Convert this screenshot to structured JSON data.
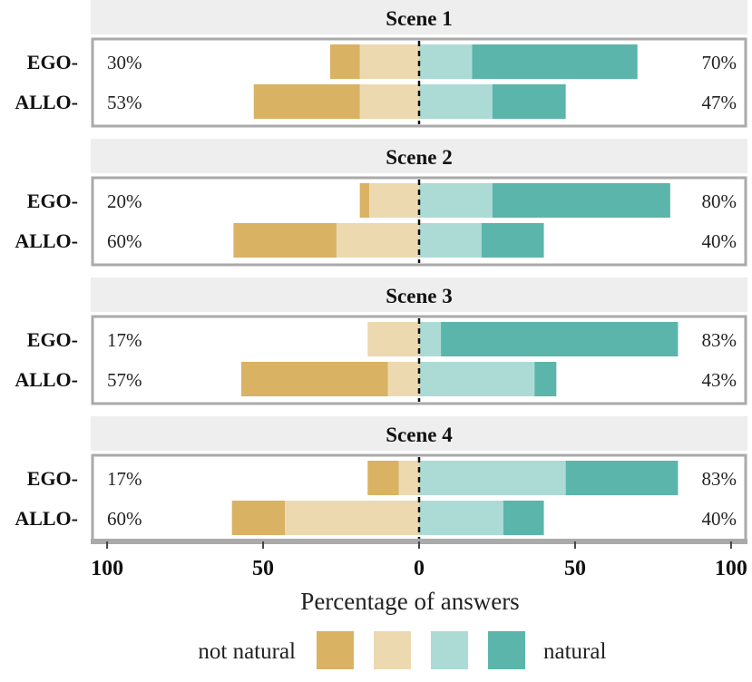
{
  "chart_data": {
    "type": "bar",
    "subtype": "diverging-stacked-horizontal",
    "xlabel": "Percentage of answers",
    "x_ticks": [
      "100",
      "50",
      "0",
      "50",
      "100"
    ],
    "xlim": [
      -100,
      100
    ],
    "legend": {
      "placement": "bottom",
      "left_label": "not natural",
      "right_label": "natural",
      "colors": [
        "#d9b264",
        "#ecd9b0",
        "#acdbd6",
        "#5bb5aa"
      ]
    },
    "colors": {
      "strip_bg": "#eeeeee",
      "panel_border": "#aaaaaa",
      "center_line": "#111111"
    },
    "panels": [
      {
        "title": "Scene 1",
        "rows": [
          {
            "label": "EGO-",
            "left_pct": "30%",
            "right_pct": "70%",
            "segments": [
              -9.5,
              -19,
              17,
              53
            ]
          },
          {
            "label": "ALLO-",
            "left_pct": "53%",
            "right_pct": "47%",
            "segments": [
              -34,
              -19,
              23.5,
              23.5
            ]
          }
        ]
      },
      {
        "title": "Scene 2",
        "rows": [
          {
            "label": "EGO-",
            "left_pct": "20%",
            "right_pct": "80%",
            "segments": [
              -3,
              -16,
              23.5,
              57
            ]
          },
          {
            "label": "ALLO-",
            "left_pct": "60%",
            "right_pct": "40%",
            "segments": [
              -33,
              -26.5,
              20,
              20
            ]
          }
        ]
      },
      {
        "title": "Scene 3",
        "rows": [
          {
            "label": "EGO-",
            "left_pct": "17%",
            "right_pct": "83%",
            "segments": [
              0,
              -16.5,
              7,
              76
            ]
          },
          {
            "label": "ALLO-",
            "left_pct": "57%",
            "right_pct": "43%",
            "segments": [
              -47,
              -10,
              37,
              7
            ]
          }
        ]
      },
      {
        "title": "Scene 4",
        "rows": [
          {
            "label": "EGO-",
            "left_pct": "17%",
            "right_pct": "83%",
            "segments": [
              -10,
              -6.5,
              47,
              36
            ]
          },
          {
            "label": "ALLO-",
            "left_pct": "60%",
            "right_pct": "40%",
            "segments": [
              -17,
              -43,
              27,
              13
            ]
          }
        ]
      }
    ]
  }
}
